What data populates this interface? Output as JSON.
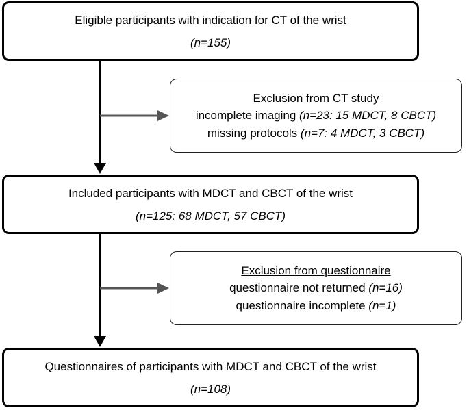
{
  "flowchart": {
    "box1": {
      "title": "Eligible participants with indication for CT of the wrist",
      "count": "(n=155)"
    },
    "exclusion1": {
      "heading": "Exclusion from CT study",
      "item1_text": "incomplete imaging ",
      "item1_count": "(n=23: 15 MDCT, 8 CBCT)",
      "item2_text": "missing protocols ",
      "item2_count": "(n=7: 4 MDCT, 3 CBCT)"
    },
    "box2": {
      "title": "Included participants with MDCT and CBCT of the wrist",
      "count": "(n=125: 68 MDCT, 57 CBCT)"
    },
    "exclusion2": {
      "heading": "Exclusion from questionnaire",
      "item1_text": "questionnaire not returned ",
      "item1_count": "(n=16)",
      "item2_text": "questionnaire incomplete ",
      "item2_count": "(n=1)"
    },
    "box3": {
      "title": "Questionnaires of participants with MDCT and CBCT of the wrist",
      "count": "(n=108)"
    }
  },
  "colors": {
    "main_stroke": "#000000",
    "side_arrow": "#555555"
  }
}
